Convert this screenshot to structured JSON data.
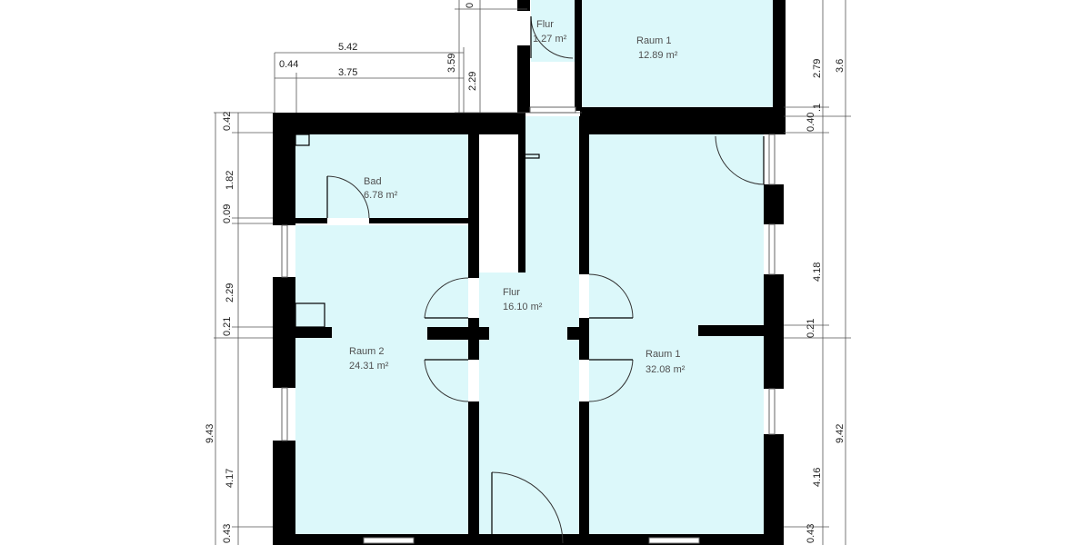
{
  "rooms": {
    "raum1_upper": {
      "name": "Raum 1",
      "area": "12.89 m²"
    },
    "flur_small": {
      "name": "Flur",
      "area": "1.27 m²"
    },
    "bad": {
      "name": "Bad",
      "area": "6.78 m²"
    },
    "flur": {
      "name": "Flur",
      "area": "16.10 m²"
    },
    "raum2": {
      "name": "Raum 2",
      "area": "24.31 m²"
    },
    "raum1": {
      "name": "Raum 1",
      "area": "32.08 m²"
    }
  },
  "dimensions": {
    "top_total": "5.42",
    "top_offset": "0.44",
    "top_inner": "3.75",
    "top_v1": "3.59",
    "top_v2": "2.29",
    "top_v0": "0",
    "left_0_42": "0.42",
    "left_1_82": "1.82",
    "left_0_09": "0.09",
    "left_2_29": "2.29",
    "left_0_21": "0.21",
    "left_4_17": "4.17",
    "left_0_43": "0.43",
    "left_total": "9.43",
    "right_2_79": "2.79",
    "right_3_6": "3.6",
    "right_0_40": "0.40",
    "right_0_1": ".1",
    "right_4_18": "4.18",
    "right_0_21": "0.21",
    "right_4_16": "4.16",
    "right_0_43": "0.43",
    "right_total": "9.42"
  },
  "colors": {
    "room_fill": "#dcf8fa",
    "wall": "#000000"
  }
}
